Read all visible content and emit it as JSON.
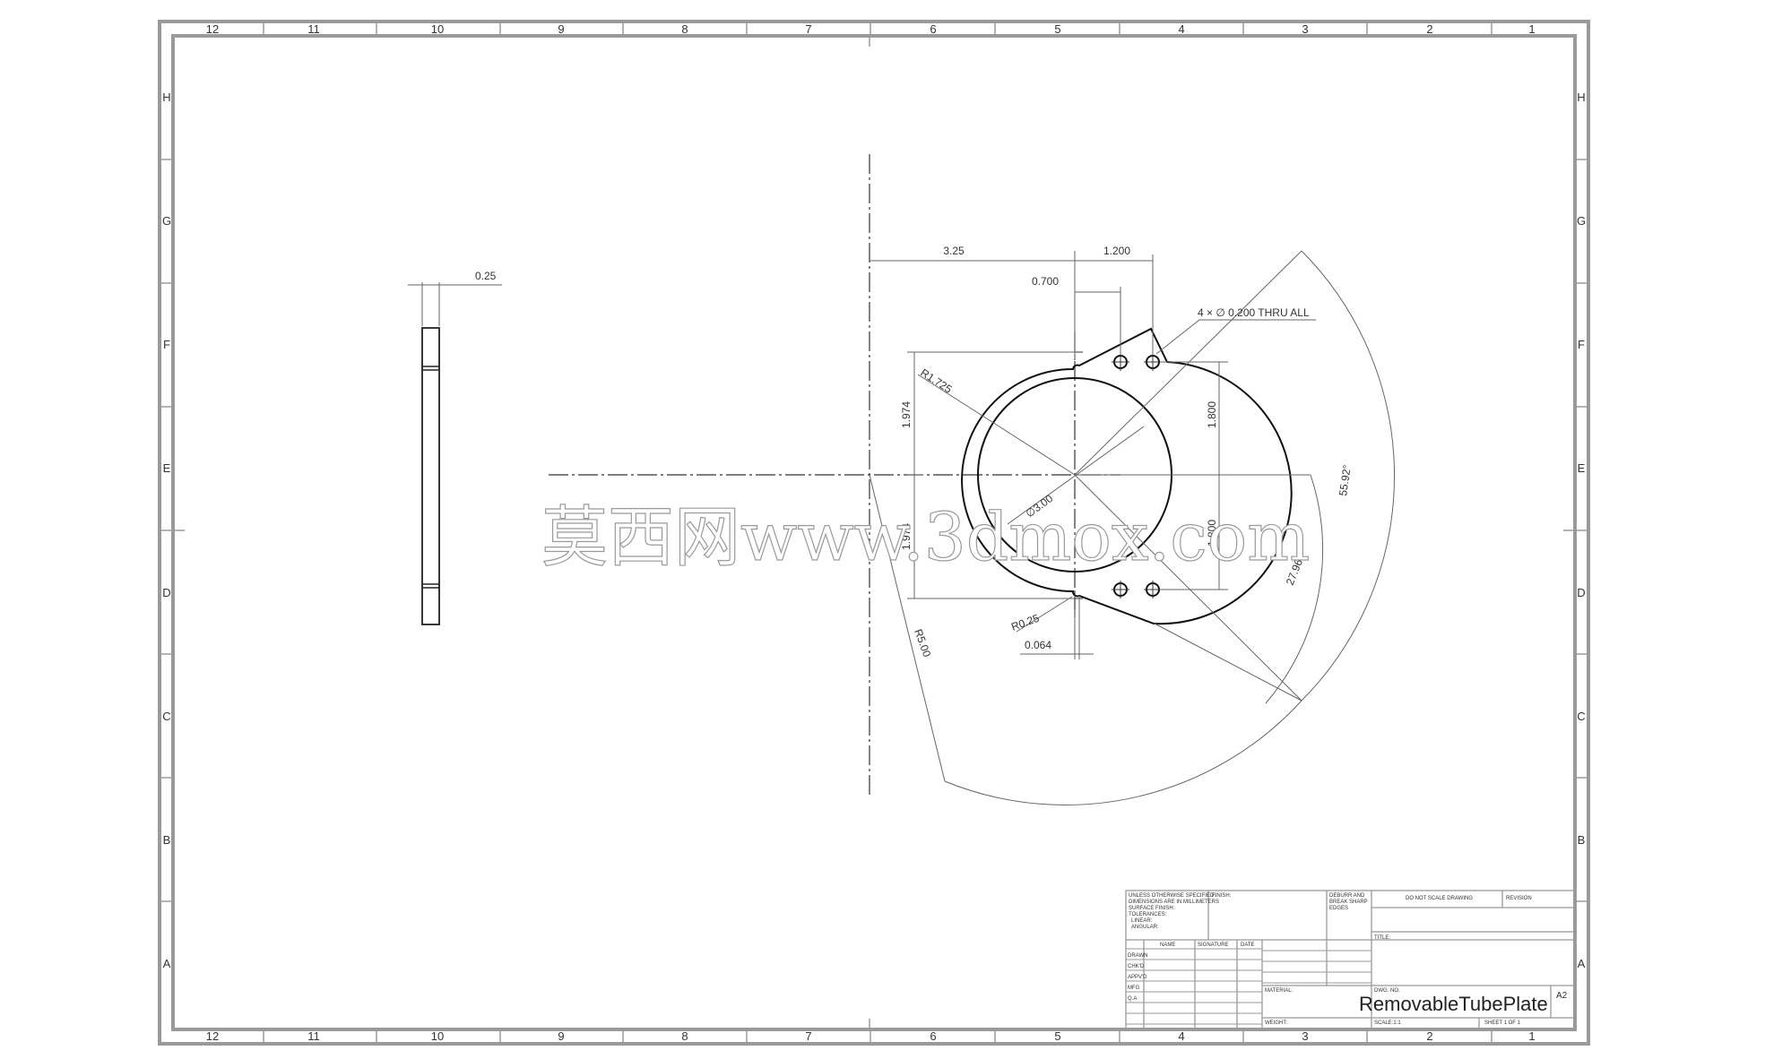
{
  "zones": {
    "columns": [
      "12",
      "11",
      "10",
      "9",
      "8",
      "7",
      "6",
      "5",
      "4",
      "3",
      "2",
      "1"
    ],
    "rows": [
      "H",
      "G",
      "F",
      "E",
      "D",
      "C",
      "B",
      "A"
    ]
  },
  "dimensions": {
    "thickness": "0.25",
    "center_offset": "3.25",
    "hole_spacing_x": "1.200",
    "hole_offset_x": "0.700",
    "hole_callout": "4 × ∅ 0.200 THRU ALL",
    "outer_radius": "R1.725",
    "bore_diameter": "∅3.00",
    "half_height_upper": "1.974",
    "half_height_lower": "1.974",
    "hole_spacing_y_upper": "1.800",
    "hole_spacing_y_lower": "1.800",
    "fillet_radius": "R0.25",
    "notch_offset": "0.064",
    "arc_radius": "R5.00",
    "angle_total": "55.92°",
    "angle_half": "27.96°"
  },
  "title_block": {
    "notes": [
      "UNLESS OTHERWISE SPECIFIED:",
      "DIMENSIONS ARE IN MILLIMETERS",
      "SURFACE FINISH:",
      "TOLERANCES:",
      "LINEAR:",
      "ANGULAR:"
    ],
    "finish_label": "FINISH:",
    "deburr_lines": [
      "DEBURR AND",
      "BREAK SHARP",
      "EDGES"
    ],
    "do_not_scale": "DO NOT SCALE DRAWING",
    "revision_label": "REVISION",
    "col_headers": [
      "NAME",
      "SIGNATURE",
      "DATE"
    ],
    "row_labels": [
      "DRAWN",
      "CHK'D",
      "APPV'D",
      "MFG",
      "Q.A"
    ],
    "title_label": "TITLE:",
    "material_label": "MATERIAL:",
    "dwg_no_label": "DWG. NO.",
    "weight_label": "WEIGHT:",
    "scale_label": "SCALE:1:1",
    "sheet_label": "SHEET 1 OF 1",
    "drawing_title": "RemovableTubePlate",
    "sheet_size": "A2"
  },
  "watermark": "莫西网www.3dmox.com"
}
